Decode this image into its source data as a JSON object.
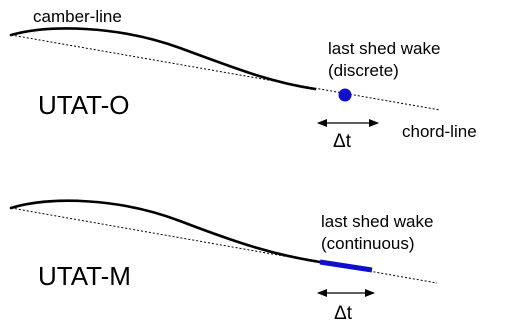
{
  "labels": {
    "camber_line": "camber-line",
    "chord_line": "chord-line",
    "delta_t": "Δt"
  },
  "panels": [
    {
      "model_name": "UTAT-O",
      "wake_label_line1": "last shed wake",
      "wake_label_line2": "(discrete)",
      "wake_representation": "point"
    },
    {
      "model_name": "UTAT-M",
      "wake_label_line1": "last shed wake",
      "wake_label_line2": "(continuous)",
      "wake_representation": "segment"
    }
  ],
  "colors": {
    "wake": "#1010cc",
    "line": "#000000"
  }
}
